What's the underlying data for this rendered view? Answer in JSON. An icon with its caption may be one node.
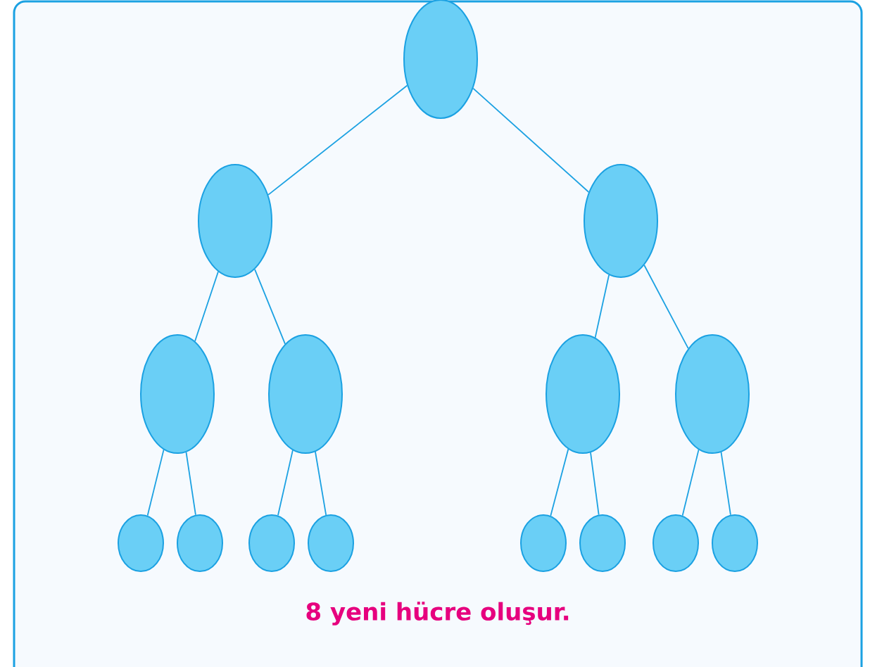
{
  "diagram": {
    "caption": "8 yeni hücre oluşur.",
    "nodes": [
      {
        "text": [],
        "shape": "ellipse"
      },
      {
        "text": [],
        "shape": "ellipse"
      },
      {
        "text": [],
        "shape": "ellipse"
      },
      {
        "text": [],
        "shape": "ellipse"
      },
      {
        "text": [],
        "shape": "ellipse"
      },
      {
        "text": [],
        "shape": "ellipse"
      },
      {
        "text": [],
        "shape": "ellipse"
      },
      {
        "text": [],
        "shape": "ellipse"
      },
      {
        "text": [],
        "shape": "ellipse"
      },
      {
        "text": [],
        "shape": "ellipse"
      },
      {
        "text": [],
        "shape": "ellipse"
      },
      {
        "text": [],
        "shape": "ellipse"
      },
      {
        "text": [],
        "shape": "ellipse"
      },
      {
        "text": [],
        "shape": "ellipse"
      },
      {
        "text": [],
        "shape": "ellipse"
      }
    ],
    "edges": [
      {
        "from": 0,
        "to": 1,
        "arrow": "none"
      },
      {
        "from": 0,
        "to": 2,
        "arrow": "none"
      },
      {
        "from": 1,
        "to": 3,
        "arrow": "none"
      },
      {
        "from": 1,
        "to": 4,
        "arrow": "none"
      },
      {
        "from": 2,
        "to": 5,
        "arrow": "none"
      },
      {
        "from": 2,
        "to": 6,
        "arrow": "none"
      },
      {
        "from": 3,
        "to": 7,
        "arrow": "none"
      },
      {
        "from": 3,
        "to": 8,
        "arrow": "none"
      },
      {
        "from": 4,
        "to": 9,
        "arrow": "none"
      },
      {
        "from": 4,
        "to": 10,
        "arrow": "none"
      },
      {
        "from": 5,
        "to": 11,
        "arrow": "none"
      },
      {
        "from": 5,
        "to": 12,
        "arrow": "none"
      },
      {
        "from": 6,
        "to": 13,
        "arrow": "none"
      },
      {
        "from": 6,
        "to": 14,
        "arrow": "none"
      }
    ]
  }
}
